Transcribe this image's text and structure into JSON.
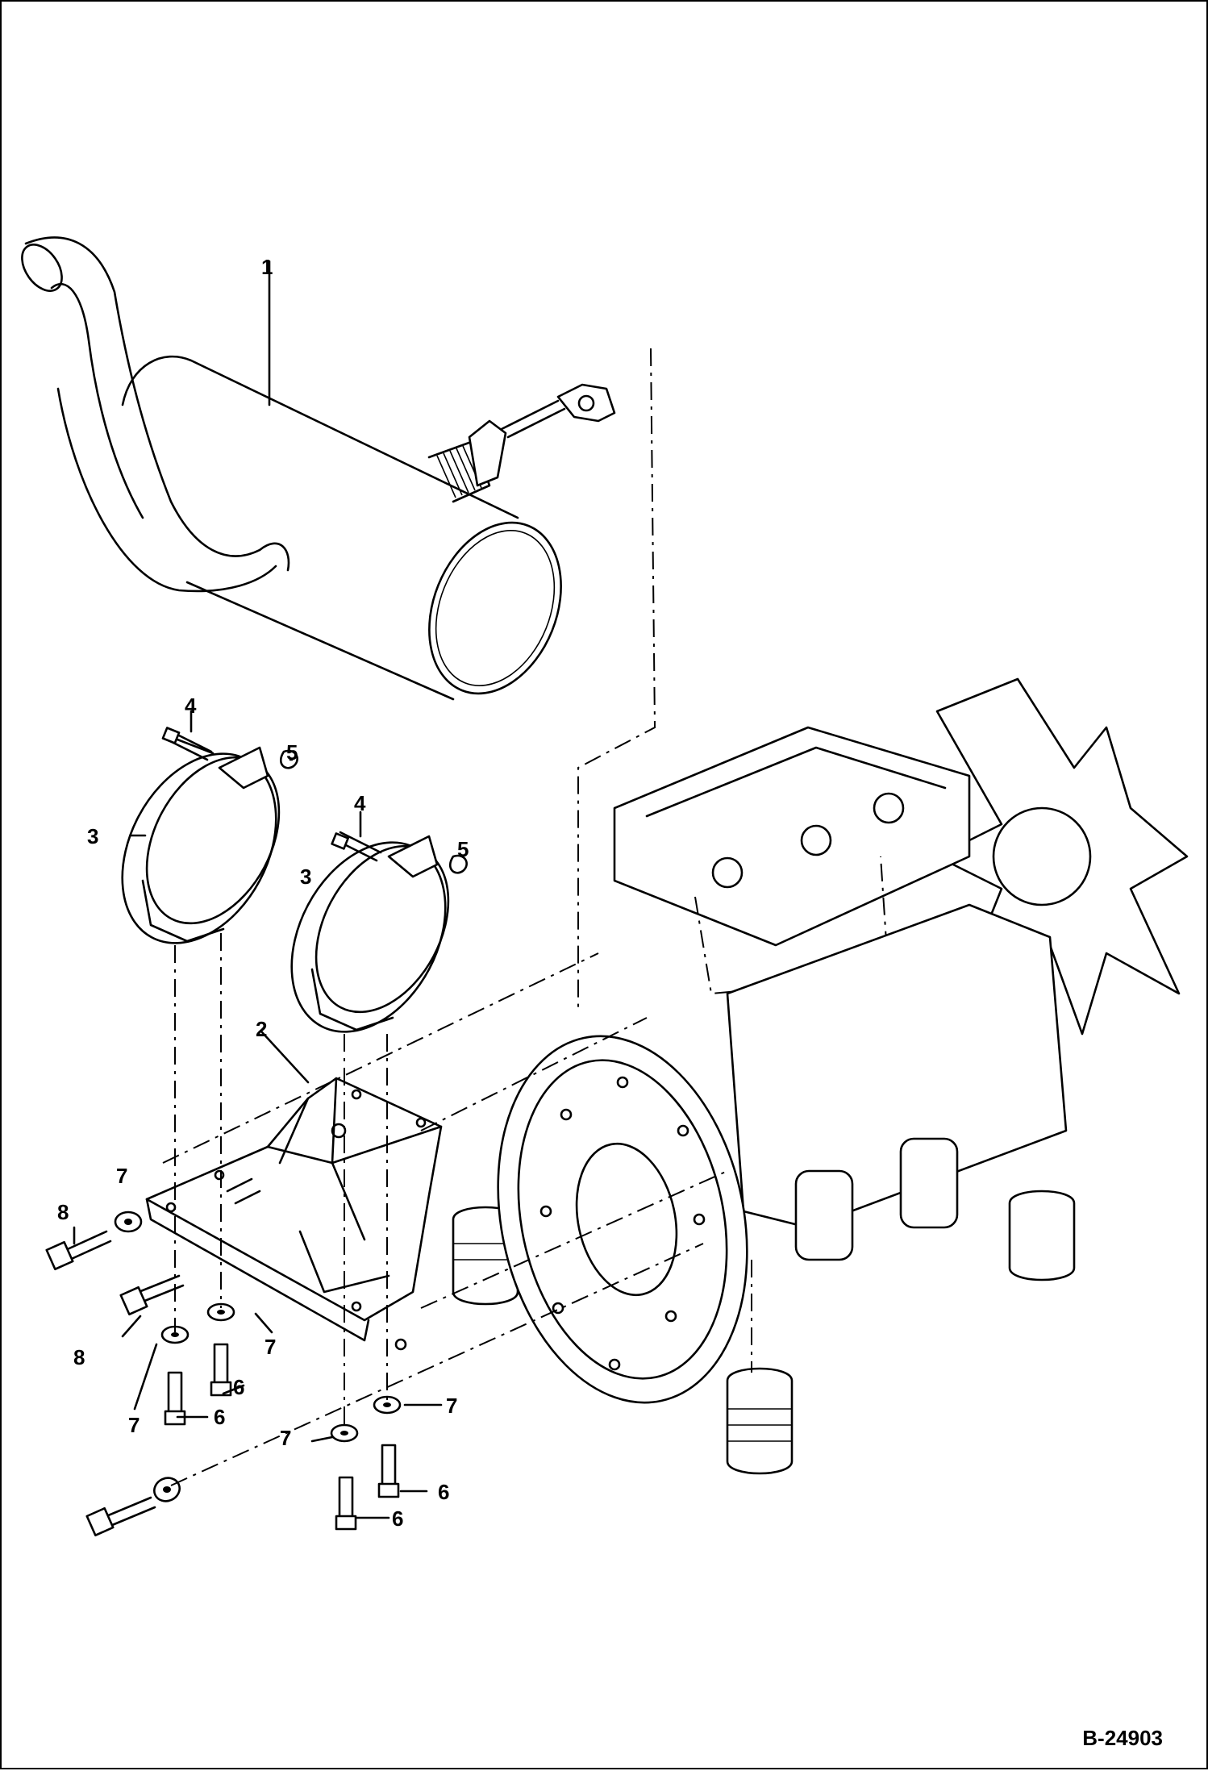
{
  "drawing": {
    "reference": "B-24903",
    "callouts": [
      {
        "id": "c1",
        "label": "1"
      },
      {
        "id": "c2",
        "label": "2"
      },
      {
        "id": "c3a",
        "label": "3"
      },
      {
        "id": "c3b",
        "label": "3"
      },
      {
        "id": "c4a",
        "label": "4"
      },
      {
        "id": "c4b",
        "label": "4"
      },
      {
        "id": "c5a",
        "label": "5"
      },
      {
        "id": "c5b",
        "label": "5"
      },
      {
        "id": "c6a",
        "label": "6"
      },
      {
        "id": "c6b",
        "label": "6"
      },
      {
        "id": "c6c",
        "label": "6"
      },
      {
        "id": "c6d",
        "label": "6"
      },
      {
        "id": "c7a",
        "label": "7"
      },
      {
        "id": "c7b",
        "label": "7"
      },
      {
        "id": "c7c",
        "label": "7"
      },
      {
        "id": "c7d",
        "label": "7"
      },
      {
        "id": "c7e",
        "label": "7"
      },
      {
        "id": "c8a",
        "label": "8"
      },
      {
        "id": "c8b",
        "label": "8"
      }
    ]
  }
}
